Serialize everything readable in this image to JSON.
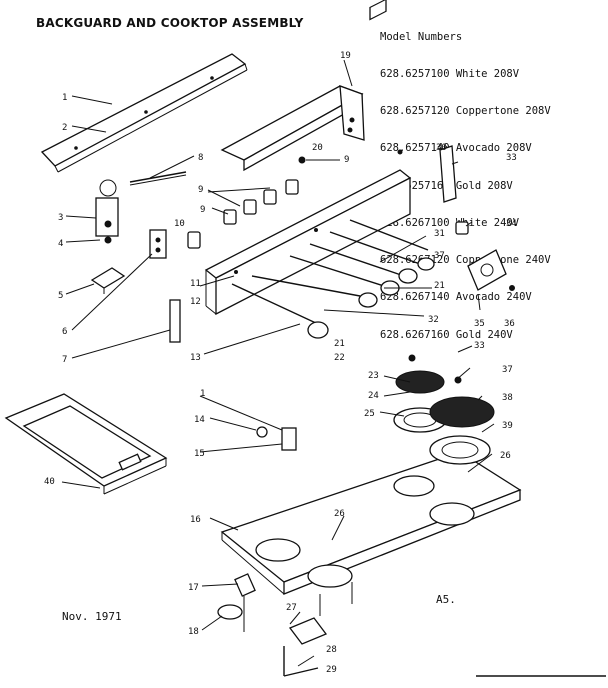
{
  "title": "BACKGUARD AND COOKTOP ASSEMBLY",
  "models_heading": "Model Numbers",
  "models": [
    "628.6257100 White 208V",
    "628.6257120 Coppertone 208V",
    "628.6257140 Avocado 208V",
    "628.6257160 Gold 208V",
    "628.6267100 White 240V",
    "628.6267120 Coppertone 240V",
    "628.6267140 Avocado 240V",
    "628.6267160 Gold 240V"
  ],
  "date": "Nov. 1971",
  "page_code": "A5.",
  "callouts": {
    "c1a": "1",
    "c2": "2",
    "c3": "3",
    "c4": "4",
    "c5": "5",
    "c6": "6",
    "c7": "7",
    "c8": "8",
    "c9a": "9",
    "c9b": "9",
    "c9c": "9",
    "c10": "10",
    "c11": "11",
    "c12": "12",
    "c13": "13",
    "c19": "19",
    "c20": "20",
    "c21a": "21",
    "c21b": "21",
    "c22": "22",
    "c30": "30",
    "c31": "31",
    "c32": "32",
    "c33a": "33",
    "c34": "34",
    "c35": "35",
    "c36": "36",
    "c37a": "37",
    "c1b": "1",
    "c14": "14",
    "c15": "15",
    "c16": "16",
    "c17": "17",
    "c18": "18",
    "c23": "23",
    "c24": "24",
    "c25": "25",
    "c26a": "26",
    "c26b": "26",
    "c27": "27",
    "c28": "28",
    "c29": "29",
    "c33b": "33",
    "c37b": "37",
    "c38": "38",
    "c39": "39",
    "c40": "40"
  }
}
